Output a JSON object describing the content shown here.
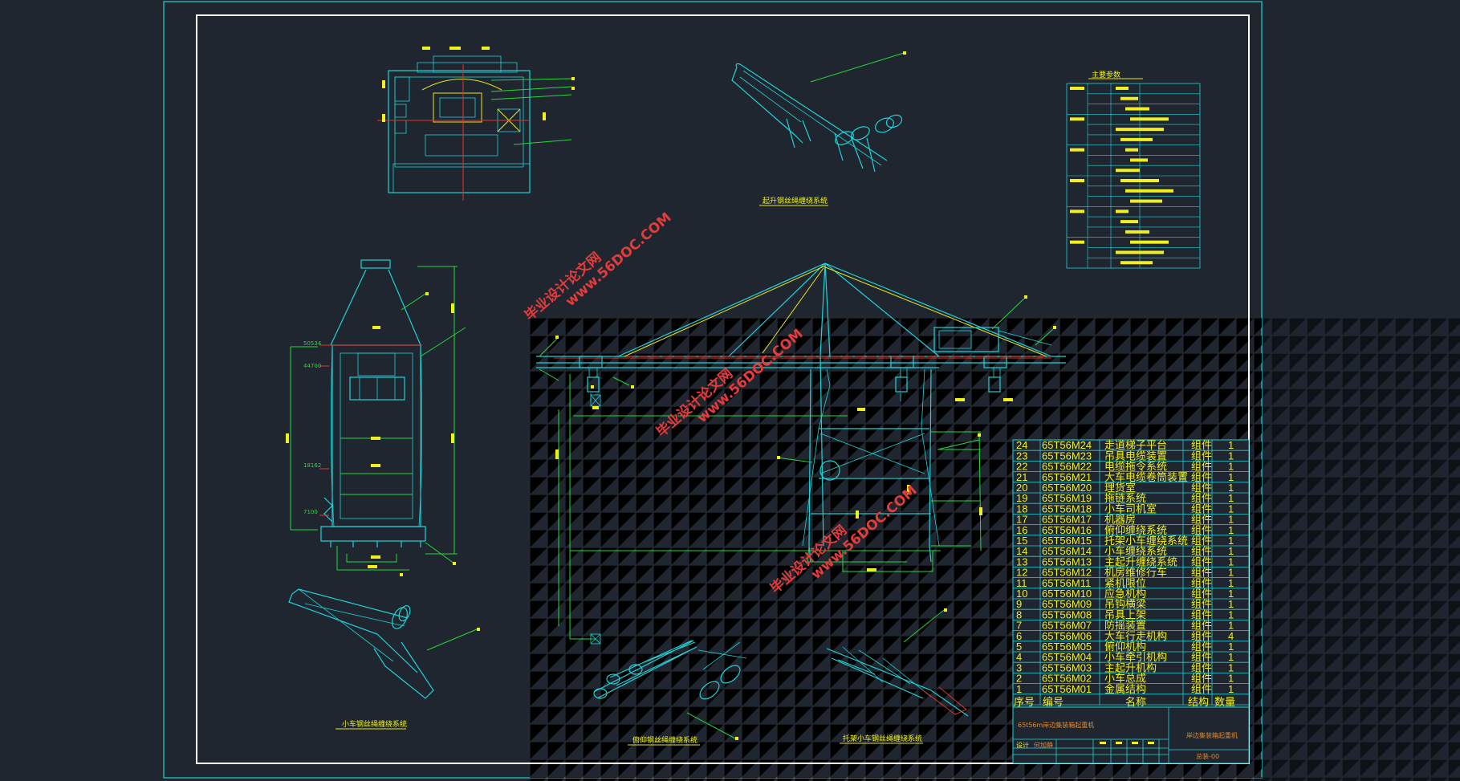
{
  "watermarks": [
    {
      "cn": "毕业设计论文网",
      "url": "www.56DOC.COM"
    },
    {
      "cn": "毕业设计论文网",
      "url": "www.56DOC.COM"
    },
    {
      "cn": "毕业设计论文网",
      "url": "www.56DOC.COM"
    }
  ],
  "dimensions": [
    "50534",
    "44700",
    "18162",
    "7100"
  ],
  "captions": {
    "hoist_rope": "起升钢丝绳缠绕系统",
    "trolley_rope": "小车钢丝绳缠绕系统",
    "luffing_rope": "俯仰钢丝绳缠绕系统",
    "cradle_rope": "托架小车钢丝绳缠绕系统",
    "param_table_title": "主要参数"
  },
  "bom": {
    "rows": [
      {
        "no": "24",
        "code": "65T56M24",
        "name": "走道梯子平台",
        "type": "组件",
        "qty": "1"
      },
      {
        "no": "23",
        "code": "65T56M23",
        "name": "吊具电缆装置",
        "type": "组件",
        "qty": "1"
      },
      {
        "no": "22",
        "code": "65T56M22",
        "name": "电缆拖令系统",
        "type": "组件",
        "qty": "1"
      },
      {
        "no": "21",
        "code": "65T56M21",
        "name": "大车电缆卷筒装置",
        "type": "组件",
        "qty": "1"
      },
      {
        "no": "20",
        "code": "65T56M20",
        "name": "理货室",
        "type": "组件",
        "qty": "1"
      },
      {
        "no": "19",
        "code": "65T56M19",
        "name": "拖链系统",
        "type": "组件",
        "qty": "1"
      },
      {
        "no": "18",
        "code": "65T56M18",
        "name": "小车司机室",
        "type": "组件",
        "qty": "1"
      },
      {
        "no": "17",
        "code": "65T56M17",
        "name": "机器房",
        "type": "组件",
        "qty": "1"
      },
      {
        "no": "16",
        "code": "65T56M16",
        "name": "俯仰缠绕系统",
        "type": "组件",
        "qty": "1"
      },
      {
        "no": "15",
        "code": "65T56M15",
        "name": "托架小车缠绕系统",
        "type": "组件",
        "qty": "1"
      },
      {
        "no": "14",
        "code": "65T56M14",
        "name": "小车缠绕系统",
        "type": "组件",
        "qty": "1"
      },
      {
        "no": "13",
        "code": "65T56M13",
        "name": "主起升缠绕系统",
        "type": "组件",
        "qty": "1"
      },
      {
        "no": "12",
        "code": "65T56M12",
        "name": "机房维修行车",
        "type": "组件",
        "qty": "1"
      },
      {
        "no": "11",
        "code": "65T56M11",
        "name": "紧机限位",
        "type": "组件",
        "qty": "1"
      },
      {
        "no": "10",
        "code": "65T56M10",
        "name": "应急机构",
        "type": "组件",
        "qty": "1"
      },
      {
        "no": "9",
        "code": "65T56M09",
        "name": "吊钩横梁",
        "type": "组件",
        "qty": "1"
      },
      {
        "no": "8",
        "code": "65T56M08",
        "name": "吊具上架",
        "type": "组件",
        "qty": "1"
      },
      {
        "no": "7",
        "code": "65T56M07",
        "name": "防摇装置",
        "type": "组件",
        "qty": "1"
      },
      {
        "no": "6",
        "code": "65T56M06",
        "name": "大车行走机构",
        "type": "组件",
        "qty": "4"
      },
      {
        "no": "5",
        "code": "65T56M05",
        "name": "俯仰机构",
        "type": "组件",
        "qty": "1"
      },
      {
        "no": "4",
        "code": "65T56M04",
        "name": "小车牵引机构",
        "type": "组件",
        "qty": "1"
      },
      {
        "no": "3",
        "code": "65T56M03",
        "name": "主起升机构",
        "type": "组件",
        "qty": "1"
      },
      {
        "no": "2",
        "code": "65T56M02",
        "name": "小车总成",
        "type": "组件",
        "qty": "1"
      },
      {
        "no": "1",
        "code": "65T56M01",
        "name": "金属结构",
        "type": "组件",
        "qty": "1"
      }
    ],
    "header": {
      "no": "序号",
      "code": "编号",
      "name": "名称",
      "type": "结构",
      "qty": "数量"
    }
  },
  "title_block": {
    "project": "65t56m岸边集装箱起重机",
    "drawing_name": "岸边集装箱起重机",
    "design_label": "设计",
    "designer": "何加静",
    "sheet": "总装-00"
  },
  "colors": {
    "background": "#202630",
    "cad_cyan": "#1fd3d8",
    "cad_green": "#25d83a",
    "cad_yellow": "#f0f020",
    "cad_red": "#e2332a",
    "frame_white": "#ffffff"
  }
}
